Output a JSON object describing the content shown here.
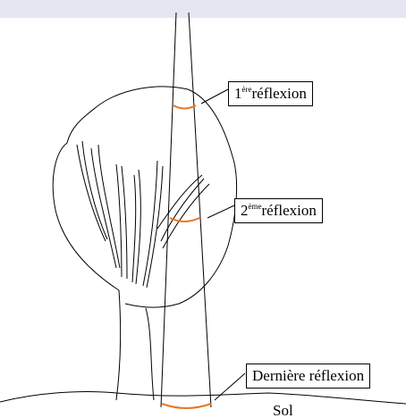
{
  "diagram": {
    "background_color": "#e6e6f2",
    "panel_color": "#ffffff",
    "line_color": "#000000",
    "highlight_color": "#e87722"
  },
  "labels": {
    "first": {
      "number": "1",
      "suffix": "ère",
      "word": "réflexion"
    },
    "second": {
      "number": "2",
      "suffix": "ème",
      "word": "réflexion"
    },
    "last": {
      "text": "Dernière réflexion"
    },
    "ground": {
      "text": "Sol"
    }
  }
}
